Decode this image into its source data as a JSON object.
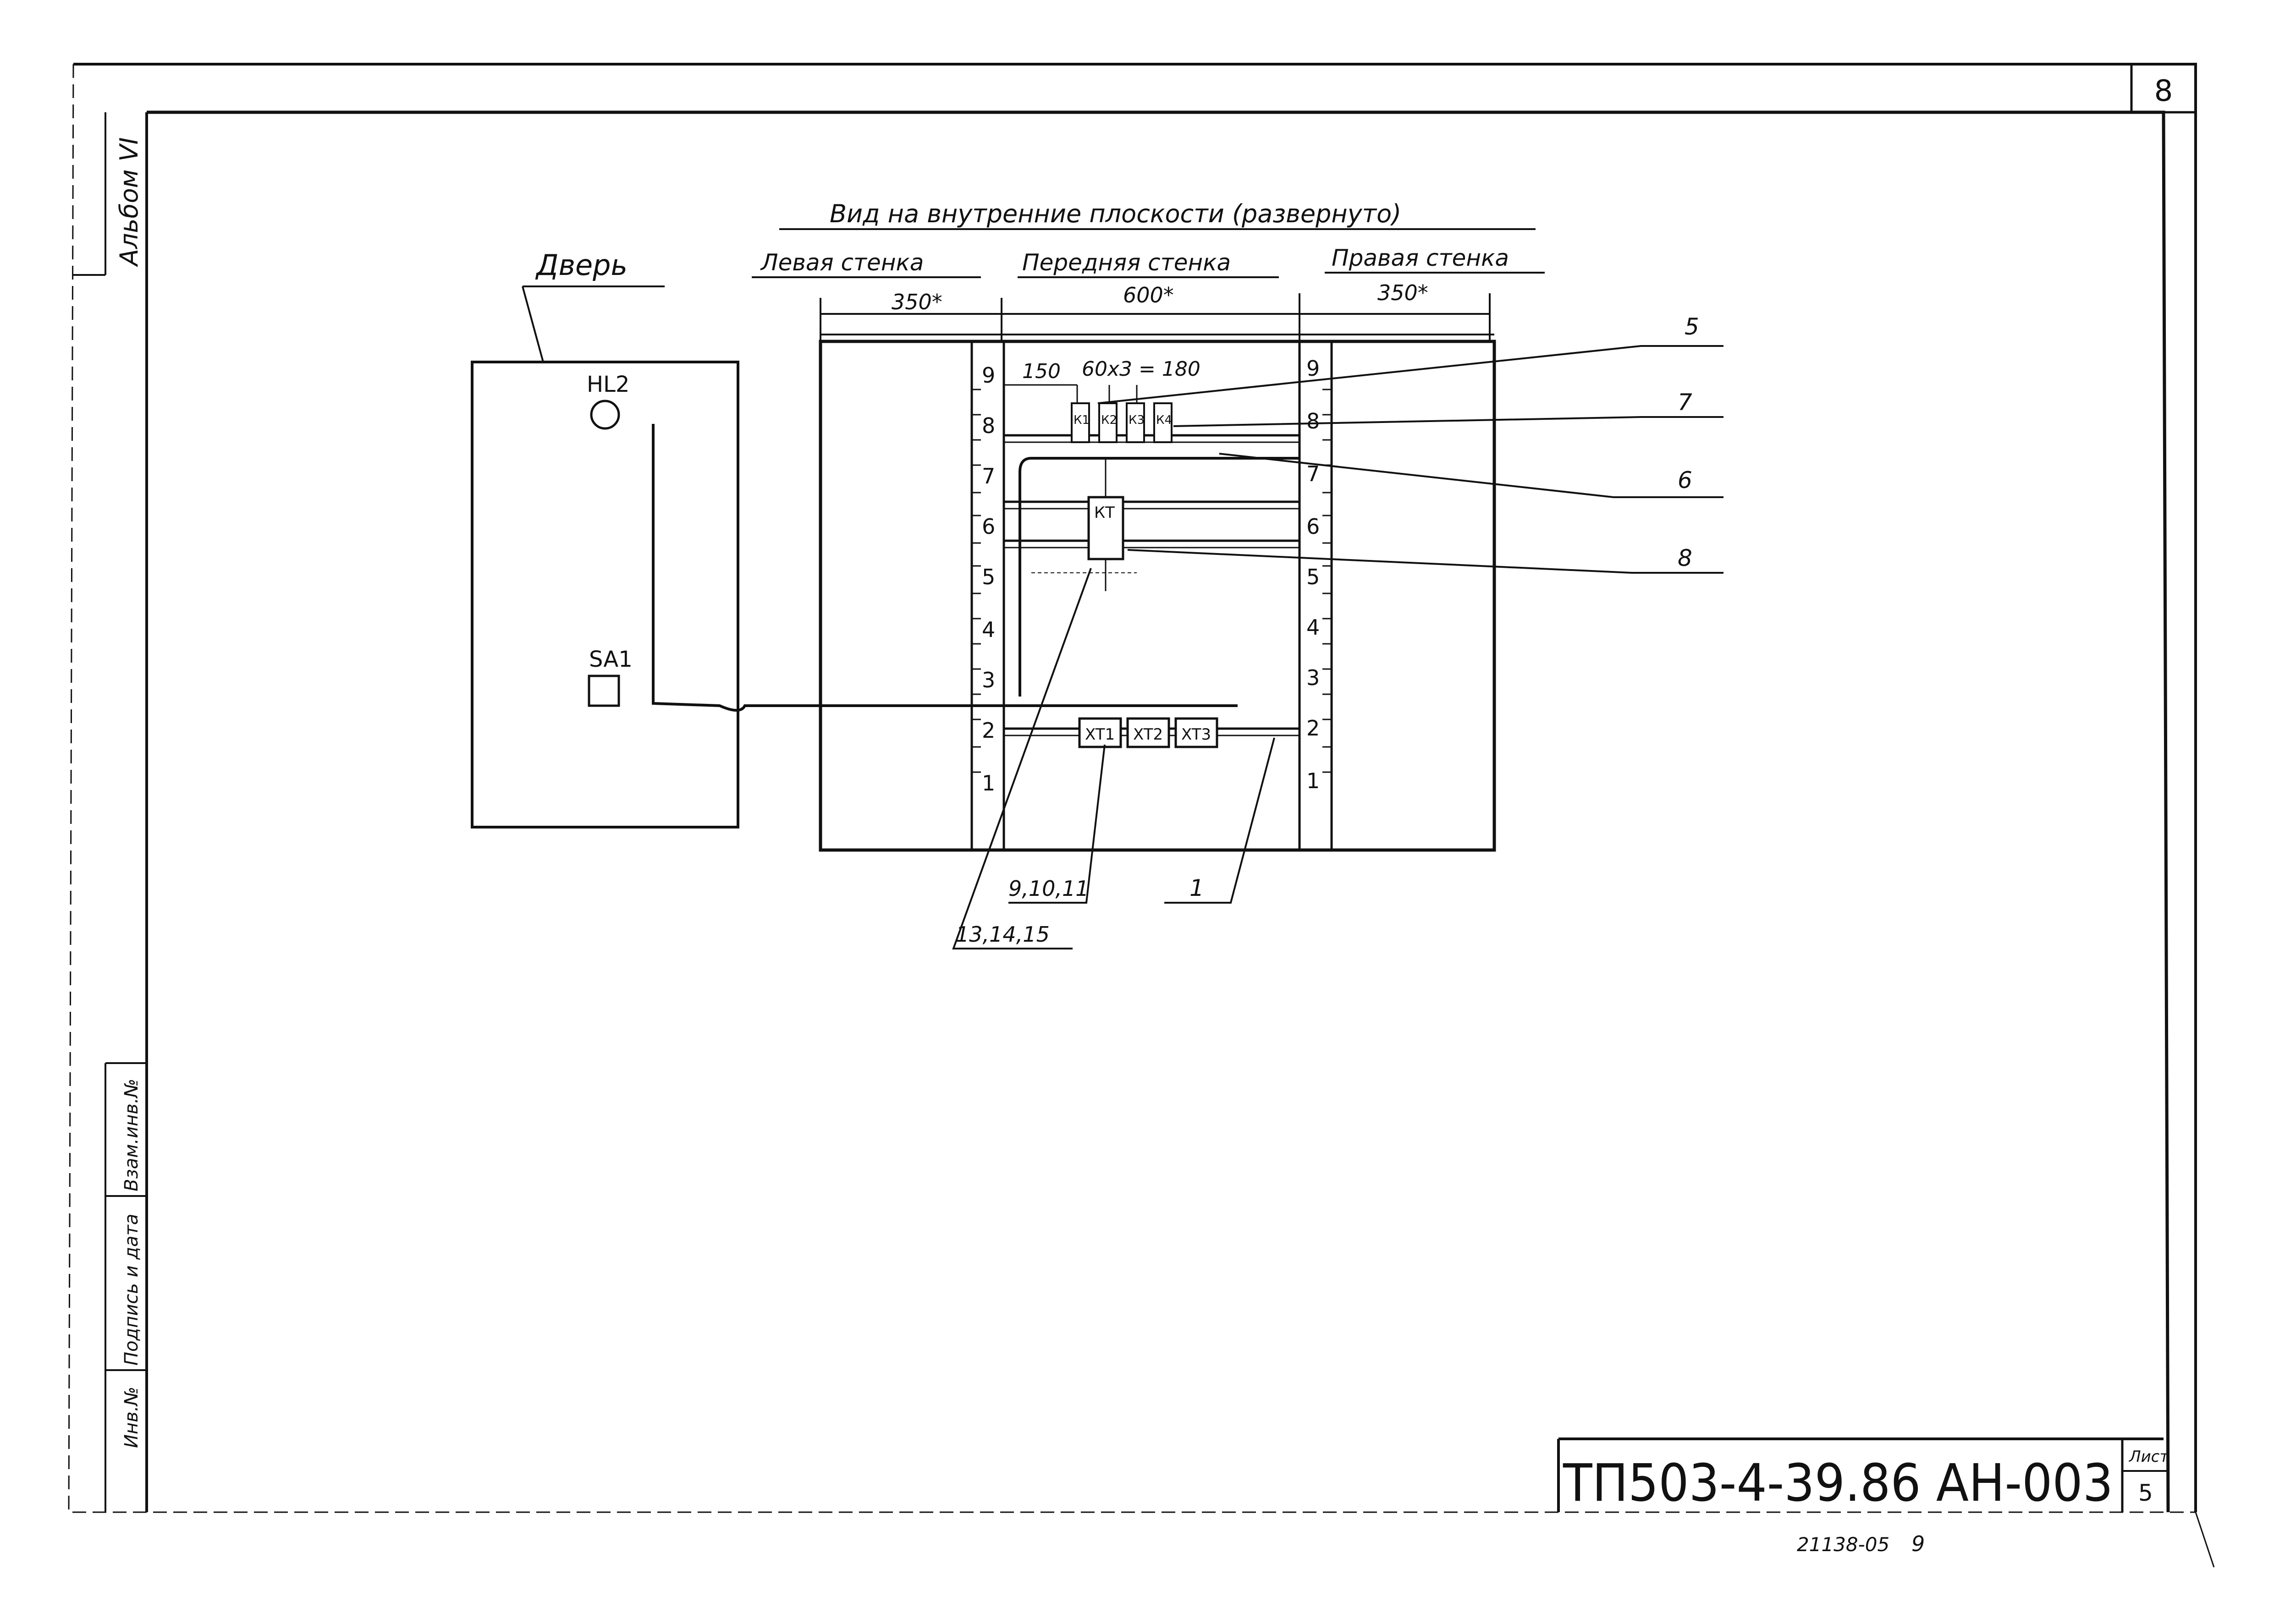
{
  "sheet": {
    "sheet_number": "8",
    "album_label": "Альбом VI",
    "side_labels": {
      "inv_no": "Инв.№",
      "signature_date": "Подпись и дата",
      "replace_inv": "Взам.инв.№"
    }
  },
  "diagram": {
    "view_title": "Вид на внутренние плоскости (развернуто)",
    "door_label": "Дверь",
    "left_wall_label": "Левая стенка",
    "front_wall_label": "Передняя стенка",
    "right_wall_label": "Правая стенка",
    "dim_left": "350*",
    "dim_front": "600*",
    "dim_right": "350*",
    "dim_offset": "150",
    "dim_spacing": "60x3 = 180",
    "lamp_label": "HL2",
    "switch_label": "SA1",
    "relay_labels": [
      "К1",
      "К2",
      "К3",
      "К4"
    ],
    "timer_label": "КТ",
    "terminal_labels": [
      "XT1",
      "XT2",
      "XT3"
    ],
    "rail_numbers_left": [
      "9",
      "8",
      "7",
      "6",
      "5",
      "4",
      "3",
      "2",
      "1"
    ],
    "rail_numbers_right": [
      "9",
      "8",
      "7",
      "6",
      "5",
      "4",
      "3",
      "2",
      "1"
    ],
    "callouts": [
      "5",
      "7",
      "6",
      "8",
      "1",
      "9,10,11",
      "13,14,15"
    ]
  },
  "title_block": {
    "document_code": "ТП503-4-39.86 АН-003",
    "sheet_label": "Лист",
    "sheet_value": "5",
    "archive_number": "21138-05",
    "archive_sheet": "9"
  }
}
